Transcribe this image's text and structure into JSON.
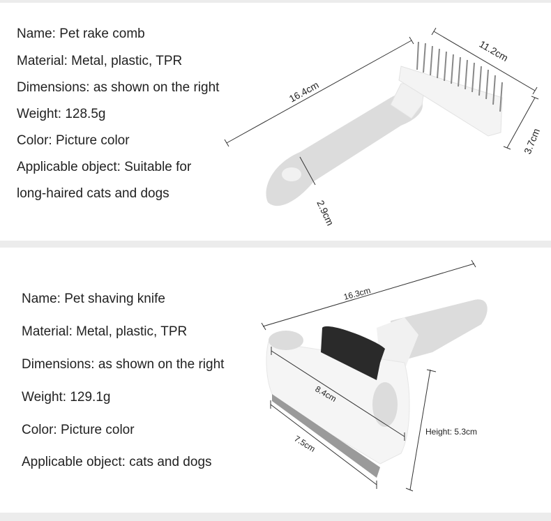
{
  "product1": {
    "specs": [
      "Name: Pet rake comb",
      "Material: Metal, plastic, TPR",
      "Dimensions: as shown on the right",
      "Weight: 128.5g",
      "Color: Picture color",
      "Applicable object: Suitable for",
      "long-haired cats and dogs"
    ],
    "dimensions": {
      "length": "16.4cm",
      "width": "11.2cm",
      "height": "3.7cm",
      "handle": "2.9cm"
    }
  },
  "product2": {
    "specs": [
      "Name: Pet shaving knife",
      "Material: Metal, plastic, TPR",
      "Dimensions: as shown on the right",
      "Weight: 129.1g",
      "Color: Picture color",
      "Applicable object: cats and dogs"
    ],
    "dimensions": {
      "length": "16.3cm",
      "head": "8.4cm",
      "blade": "7.5cm",
      "height": "Height: 5.3cm"
    }
  }
}
